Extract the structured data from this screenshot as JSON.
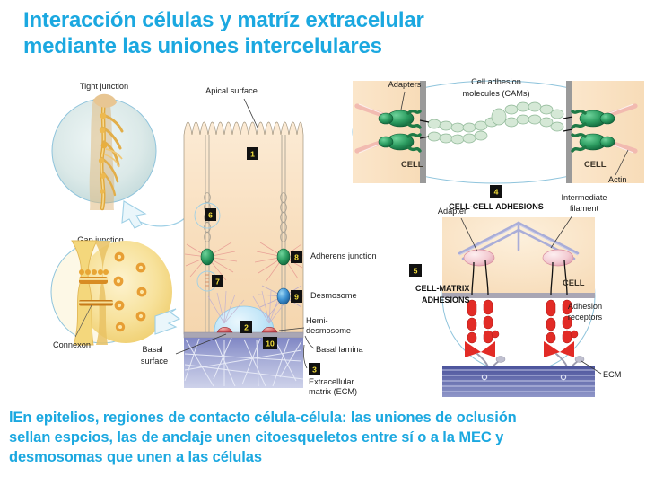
{
  "slide": {
    "title_line1": "Interacción células y matríz extracelular",
    "title_line2": "mediante las uniones intercelulares",
    "caption_line1": "lEn epitelios, regiones de contacto célula-célula: las uniones de oclusión",
    "caption_line2": "sellan espcios,  las de anclaje unen citoesqueletos entre sí  o a la MEC y",
    "caption_line3": "desmosomas que unen a las células",
    "title_color": "#1BA8E0",
    "caption_color": "#1BA8E0",
    "background_color": "#ffffff"
  },
  "figure": {
    "tight_junction_panel": {
      "title": "Tight junction"
    },
    "gap_junction_panel": {
      "title": "Gap junction",
      "connexon_label": "Connexon"
    },
    "epithelial_panel": {
      "apical_label": "Apical surface",
      "basal_label": "Basal surface",
      "adherens_label": "Adherens junction",
      "desmosome_label": "Desmosome",
      "hemidesmosome_label_line1": "Hemi-",
      "hemidesmosome_label_line2": "desmosome",
      "basal_lamina_label": "Basal lamina",
      "ecm_label_line1": "Extracellular",
      "ecm_label_line2": "matrix (ECM)",
      "markers": [
        "1",
        "2",
        "3",
        "6",
        "7",
        "8",
        "9",
        "10"
      ]
    },
    "cell_cell_panel": {
      "adapters_label": "Adapters",
      "cams_label_line1": "Cell adhesion",
      "cams_label_line2": "molecules (CAMs)",
      "cell_left_label": "CELL",
      "cell_right_label": "CELL",
      "actin_label": "Actin",
      "marker": "4",
      "caption": "CELL-CELL ADHESIONS"
    },
    "cell_matrix_panel": {
      "adapter_label": "Adapter",
      "intermediate_filament_line1": "Intermediate",
      "intermediate_filament_line2": "filament",
      "cell_label": "CELL",
      "adhesion_receptors_line1": "Adhesion",
      "adhesion_receptors_line2": "receptors",
      "ecm_label": "ECM",
      "marker": "5",
      "caption_line1": "CELL-MATRIX",
      "caption_line2": "ADHESIONS"
    },
    "colors": {
      "cell_fill": "#F8DFC0",
      "nucleus": "#BFE4F7",
      "ecm_blue": "#5a62aa",
      "marker_box": "#111111",
      "marker_text": "#F5E03C",
      "adherens_green": "#228B55",
      "desmosome_blue": "#3C8FD0",
      "hemidesmosome_red": "#D4616A",
      "oval_outline": "#8FC4DC",
      "membrane_gray": "#9a9a9a",
      "cam_green": "#C8E0CC",
      "adapter_green": "#1E7A46",
      "actin_pink": "#F2B9B0",
      "receptor_red": "#E22B26",
      "gap_yellow": "#F2CE5E"
    }
  }
}
